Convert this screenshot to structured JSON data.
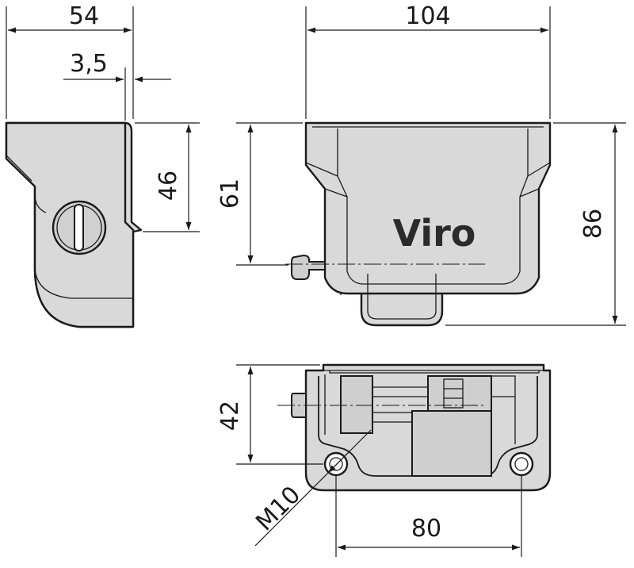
{
  "drawing": {
    "dimensions": {
      "width_side": "54",
      "wall": "3,5",
      "height_side": "46",
      "width_front": "104",
      "height_front": "61",
      "height_total": "86",
      "depth_bottom": "42",
      "thread": "M10",
      "hole_spacing": "80"
    },
    "brand": "Viro"
  }
}
